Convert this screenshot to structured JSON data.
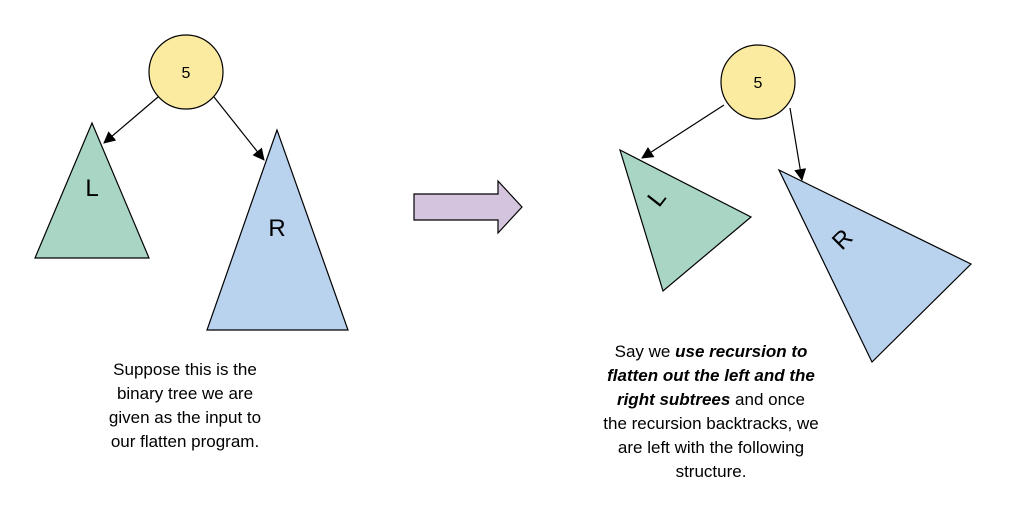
{
  "colors": {
    "node_fill": "#fbeba0",
    "node_stroke": "#000000",
    "left_subtree_fill": "#a8d5c4",
    "right_subtree_fill": "#b9d2ee",
    "arrow_fill": "#d5c4de",
    "edge_stroke": "#000000"
  },
  "before": {
    "root_label": "5",
    "left_label": "L",
    "right_label": "R",
    "caption_lines": [
      "Suppose this is the",
      "binary tree we are",
      "given as the input to",
      "our flatten program."
    ]
  },
  "after": {
    "root_label": "5",
    "left_label": "L",
    "right_label": "R",
    "caption": {
      "line1_plain": "Say we ",
      "line1_bold": "use recursion to",
      "line2_bold": "flatten out the left and the",
      "line3_bold": "right subtrees",
      "line3_plain": " and once",
      "line4": "the recursion backtracks, we",
      "line5": "are left with the following",
      "line6": "structure."
    }
  },
  "transition_icon": "right-arrow-icon"
}
